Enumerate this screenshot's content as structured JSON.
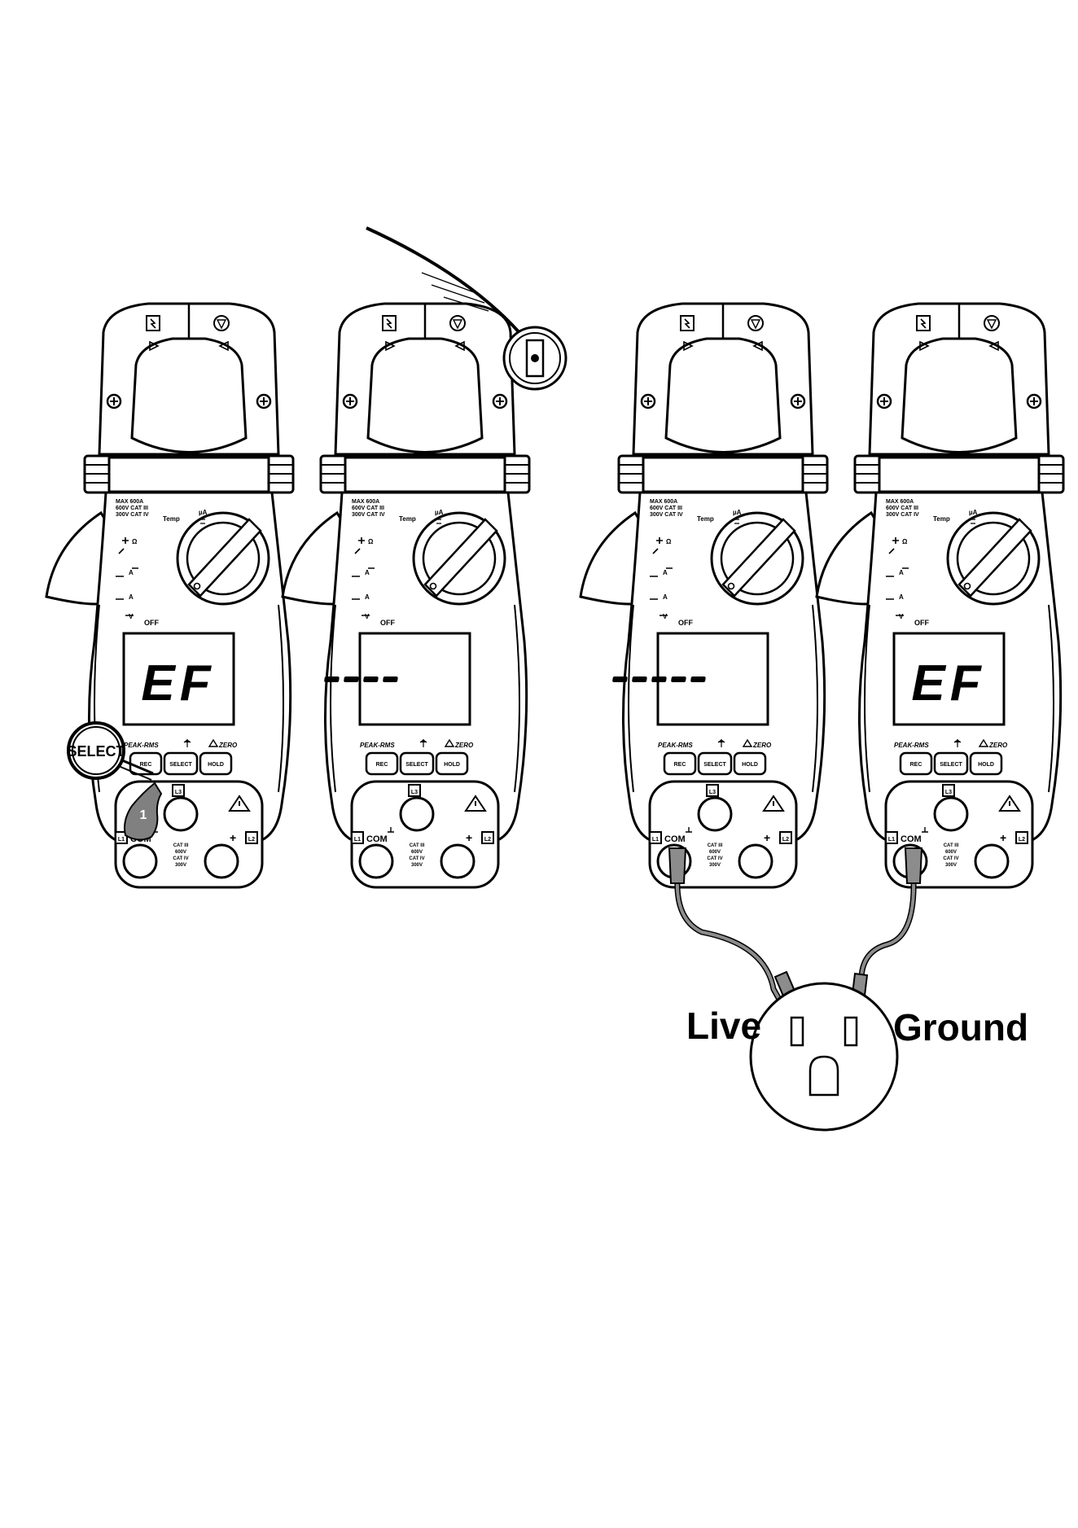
{
  "meters": [
    {
      "id": "meter-1",
      "display": "EF",
      "buttons": [
        "REC",
        "SELECT",
        "HOLD"
      ],
      "peak_label": "PEAK-RMS",
      "zero_label": "ZERO",
      "rating_lines": [
        "MAX 600A",
        "600V CAT III",
        "300V CAT IV"
      ],
      "dial_labels": [
        "Temp",
        "µA",
        "Ω",
        "A",
        "A",
        "V",
        "OFF"
      ],
      "terminal_labels": [
        "COM",
        "+"
      ],
      "cat_lines": [
        "CAT III",
        "600V",
        "CAT IV",
        "300V"
      ],
      "terminal_ids": [
        "L1",
        "L2",
        "L3"
      ]
    },
    {
      "id": "meter-2",
      "display": "----",
      "buttons": [
        "REC",
        "SELECT",
        "HOLD"
      ],
      "peak_label": "PEAK-RMS",
      "zero_label": "ZERO",
      "rating_lines": [
        "MAX 600A",
        "600V CAT III",
        "300V CAT IV"
      ],
      "dial_labels": [
        "Temp",
        "µA",
        "Ω",
        "A",
        "A",
        "V",
        "OFF"
      ],
      "terminal_labels": [
        "COM",
        "+"
      ],
      "cat_lines": [
        "CAT III",
        "600V",
        "CAT IV",
        "300V"
      ],
      "terminal_ids": [
        "L1",
        "L2",
        "L3"
      ]
    },
    {
      "id": "meter-3",
      "display": "-----",
      "buttons": [
        "REC",
        "SELECT",
        "HOLD"
      ],
      "peak_label": "PEAK-RMS",
      "zero_label": "ZERO",
      "rating_lines": [
        "MAX 600A",
        "600V CAT III",
        "300V CAT IV"
      ],
      "dial_labels": [
        "Temp",
        "µA",
        "Ω",
        "A",
        "A",
        "V",
        "OFF"
      ],
      "terminal_labels": [
        "COM",
        "+"
      ],
      "cat_lines": [
        "CAT III",
        "600V",
        "CAT IV",
        "300V"
      ],
      "terminal_ids": [
        "L1",
        "L2",
        "L3"
      ]
    },
    {
      "id": "meter-4",
      "display": "EF",
      "buttons": [
        "REC",
        "SELECT",
        "HOLD"
      ],
      "peak_label": "PEAK-RMS",
      "zero_label": "ZERO",
      "rating_lines": [
        "MAX 600A",
        "600V CAT III",
        "300V CAT IV"
      ],
      "dial_labels": [
        "Temp",
        "µA",
        "Ω",
        "A",
        "A",
        "V",
        "OFF"
      ],
      "terminal_labels": [
        "COM",
        "+"
      ],
      "cat_lines": [
        "CAT III",
        "600V",
        "CAT IV",
        "300V"
      ],
      "terminal_ids": [
        "L1",
        "L2",
        "L3"
      ]
    }
  ],
  "callout": {
    "label": "SELECT",
    "step": "1"
  },
  "outlet": {
    "live_label": "Live",
    "ground_label": "Ground"
  },
  "colors": {
    "ink": "#000000",
    "lead_gray": "#8c8c8c",
    "paper": "#ffffff"
  }
}
